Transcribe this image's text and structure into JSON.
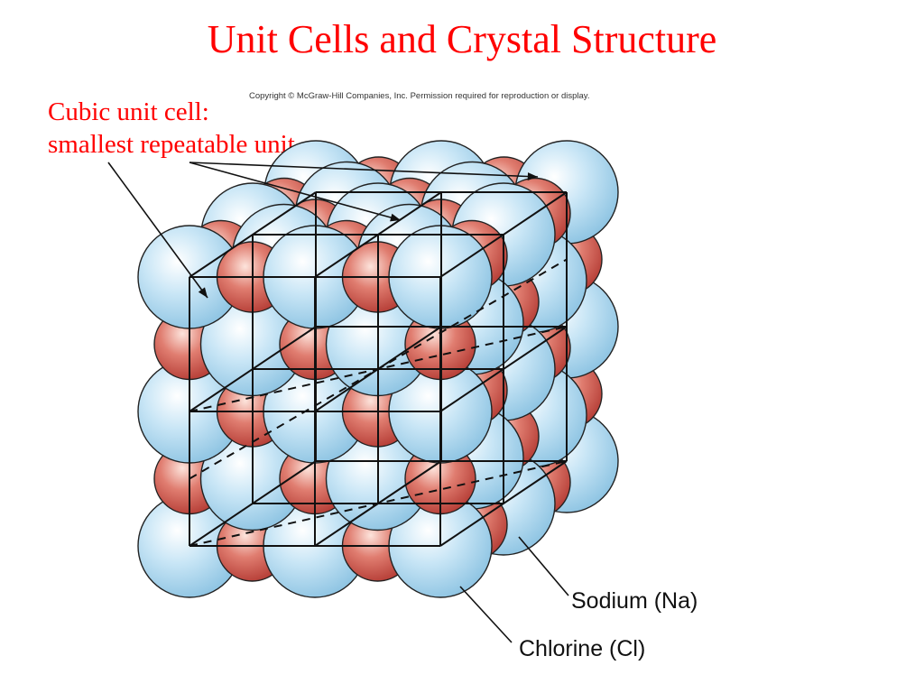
{
  "slide": {
    "title": "Unit Cells and Crystal Structure",
    "callout": {
      "line1": "Cubic unit cell:",
      "line2": "smallest repeatable unit"
    },
    "copyright": "Copyright © McGraw-Hill Companies, Inc. Permission required for reproduction or display."
  },
  "figure": {
    "labels": {
      "sodium": "Sodium (Na)",
      "chlorine": "Chlorine (Cl)"
    },
    "colors": {
      "title_text": "#ff0000",
      "sodium": "#c8463f",
      "chlorine": "#a9d6ee",
      "lines": "#111111"
    }
  }
}
